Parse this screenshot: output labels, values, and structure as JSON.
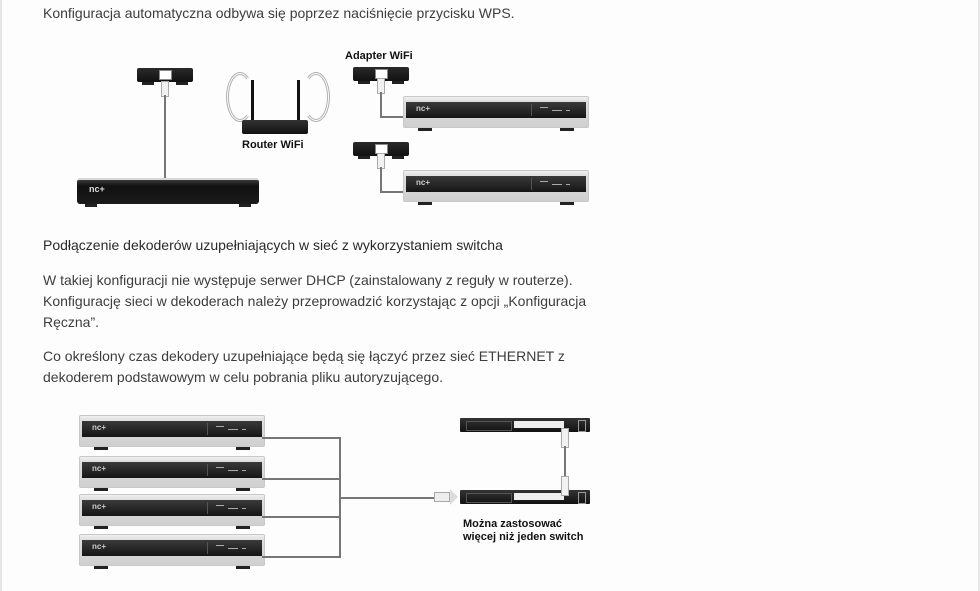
{
  "paragraphs": {
    "wps": "Konfiguracja automatyczna odbywa się poprzez naciśnięcie przycisku WPS.",
    "heading": "Podłączenie dekoderów uzupełniających w sieć z wykorzystaniem switcha",
    "dhcp_line1": "W takiej konfiguracji nie występuje serwer DHCP (zainstalowany z reguły w routerze).",
    "dhcp_line2": "Konfigurację sieci w dekoderach należy przeprowadzić korzystając z opcji „Konfiguracja",
    "dhcp_line3": "Ręczna”.",
    "ethernet_line1": "Co określony czas dekodery uzupełniające będą się  łączyć przez sieć ETHERNET  z",
    "ethernet_line2": "dekoderem podstawowym w celu pobrania pliku autoryzującego."
  },
  "diagram_wifi": {
    "router_label": "Router WiFi",
    "adapter_label": "Adapter WiFi",
    "brand": "nc+"
  },
  "diagram_switch": {
    "brand": "nc+",
    "note_line1": "Można zastosować",
    "note_line2": "więcej niż jeden switch",
    "decoder_count": 4,
    "switch_count": 2
  },
  "colors": {
    "background": "#fdfdfd",
    "text": "#3d3d3d",
    "device_black": "#151515",
    "device_silver": "#d8d8d8",
    "cable": "#777777"
  }
}
